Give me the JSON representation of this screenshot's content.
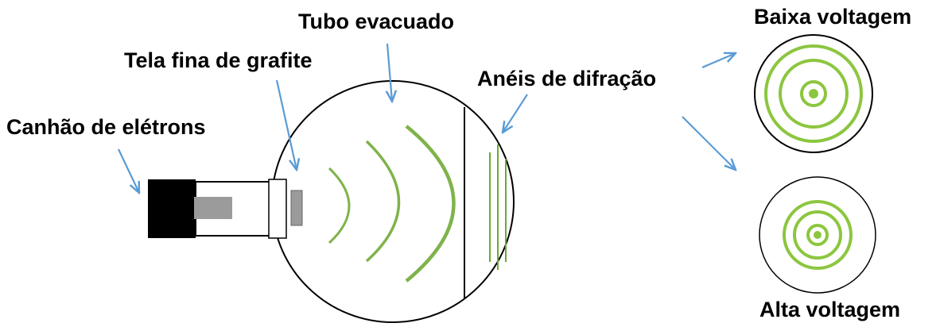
{
  "labels": {
    "tubo": "Tubo evacuado",
    "tela": "Tela fina de grafite",
    "canhao": "Canhão de elétrons",
    "aneis": "Anéis de difração",
    "baixa": "Baixa voltagem",
    "alta": "Alta voltagem"
  },
  "colors": {
    "arrow": "#5b9bd5",
    "ring": "#8cc63f",
    "wave": "#7fb34a",
    "gun": "#000000",
    "barrel": "#999999",
    "outline": "#000000"
  }
}
